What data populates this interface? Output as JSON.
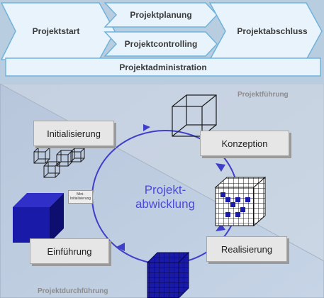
{
  "phases": {
    "projektstart": "Projektstart",
    "projektplanung": "Projektplanung",
    "projektcontrolling": "Projektcontrolling",
    "projektabschluss": "Projektabschluss",
    "projektadministration": "Projektadministration"
  },
  "panel": {
    "fuehrung": "Projektführung",
    "durchfuehrung": "Projektdurchführung"
  },
  "center": {
    "line1": "Projekt-",
    "line2": "abwicklung"
  },
  "steps": {
    "initialisierung": "Initialisierung",
    "konzeption": "Konzeption",
    "realisierung": "Realisierung",
    "einfuehrung": "Einführung",
    "mini_line1": "Mini-",
    "mini_line2": "Initialisierung"
  },
  "colors": {
    "background": "#b9cde0",
    "chevron_fill": "#e8f3fb",
    "chevron_stroke": "#6fb3dc",
    "cycle": "#3f3fc9",
    "cube_blue": "#1a1aa8"
  }
}
